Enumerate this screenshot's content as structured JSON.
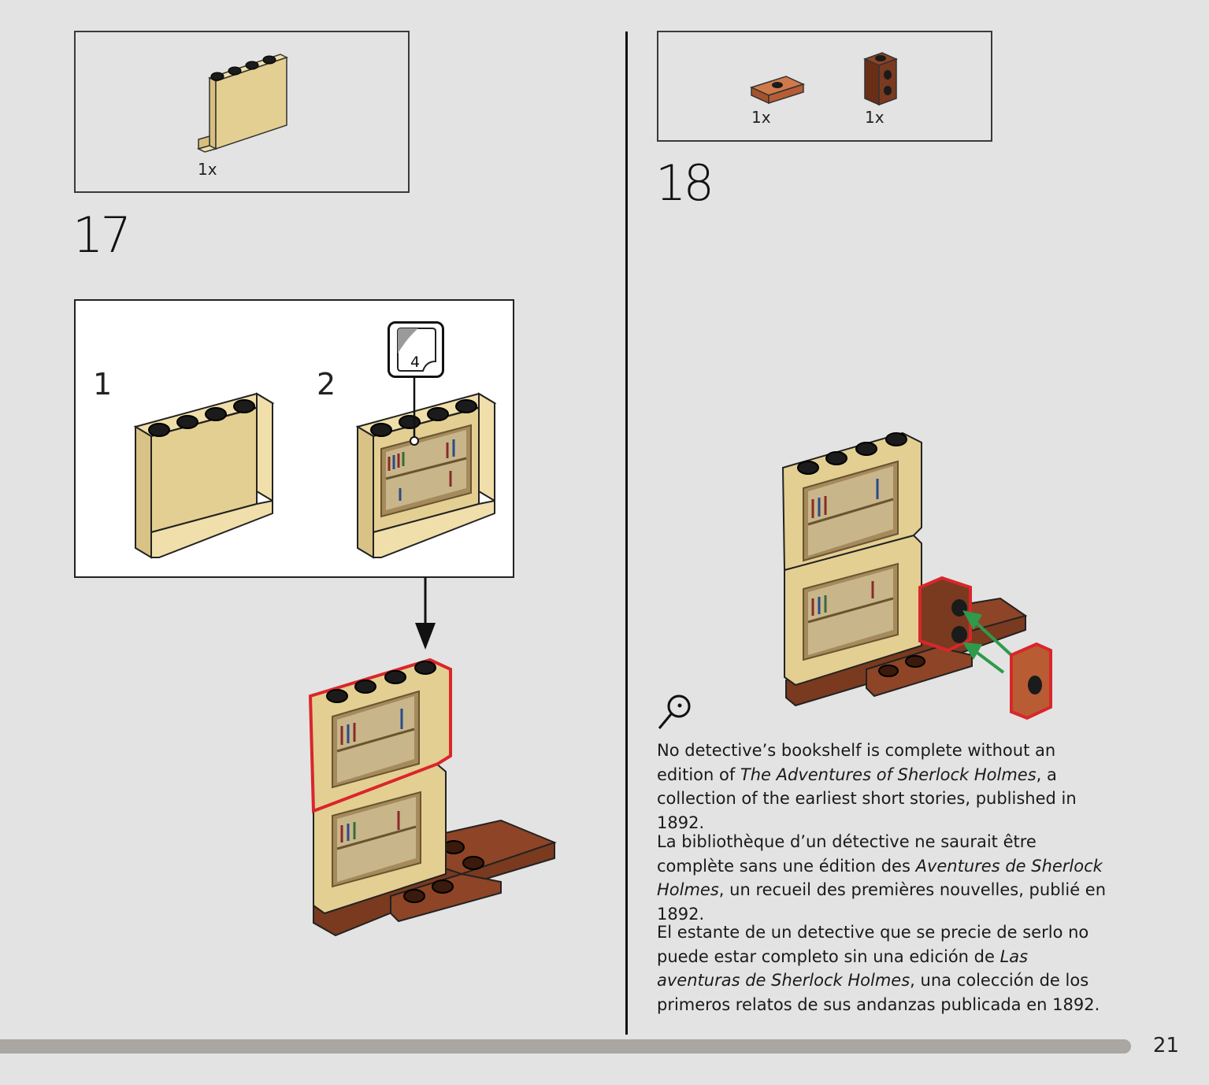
{
  "step17": {
    "number": "17",
    "parts": [
      {
        "qty": "1x",
        "icon": "tan-panel-1x4x3"
      }
    ],
    "substeps": [
      {
        "label": "1"
      },
      {
        "label": "2"
      }
    ],
    "sticker": {
      "number": "4",
      "icon": "sticker-page-icon"
    }
  },
  "step18": {
    "number": "18",
    "parts": [
      {
        "qty": "1x",
        "icon": "orange-jumper-plate-1x2"
      },
      {
        "qty": "1x",
        "icon": "brown-brick-1x1-studs-side"
      }
    ]
  },
  "info": {
    "icon": "magnifying-glass-icon",
    "en": {
      "before": "No detective’s bookshelf is complete without an edition of ",
      "title": "The Adventures of Sherlock Holmes",
      "after": ", a collection of the earliest short stories, published in 1892."
    },
    "fr": {
      "before": "La bibliothèque d’un détective ne saurait être complète sans une édition des ",
      "title": "Aventures de Sherlock Holmes",
      "after": ", un recueil des premières nouvelles, publié en 1892."
    },
    "es": {
      "before": "El estante de un detective que se precie de serlo no puede estar completo sin una edición de ",
      "title": "Las aventuras de Sherlock Holmes",
      "after": ", una colección de los primeros relatos de sus andanzas publicada en 1892."
    }
  },
  "page": {
    "number": "21"
  },
  "colors": {
    "background": "#e3e3e3",
    "tan": "#e4cf92",
    "reddish_brown": "#7a3a1f",
    "orange_brown": "#b85c34",
    "highlight": "#d9262b",
    "arrow_green": "#2e9a4c",
    "progress": "#aaa6a1"
  }
}
